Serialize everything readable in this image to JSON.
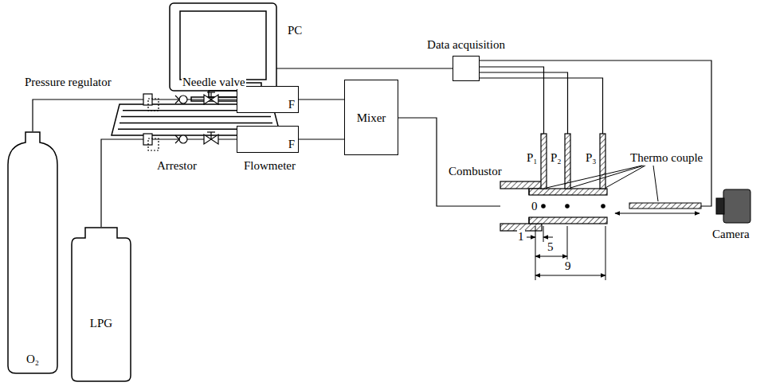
{
  "diagram": {
    "nodes": [
      {
        "text": [
          "O₂"
        ]
      },
      {
        "text": [
          "LPG"
        ]
      },
      {
        "text": [
          "F"
        ]
      },
      {
        "text": [
          "F"
        ]
      },
      {
        "text": [
          "Mixer"
        ]
      },
      {
        "text": [
          "Data acquisition"
        ]
      }
    ],
    "edges": [
      {
        "from": 0,
        "to": 2,
        "arrow": "none"
      },
      {
        "from": 1,
        "to": 3,
        "arrow": "none"
      },
      {
        "from": 2,
        "to": 4,
        "arrow": "none"
      },
      {
        "from": 3,
        "to": 4,
        "arrow": "none"
      }
    ],
    "labels": [
      "PC",
      "Pressure regulator",
      "Needle valve",
      "Arrestor",
      "Flowmeter",
      "Combustor",
      "P₁",
      "P₂",
      "P₃",
      "Thermo couple",
      "0",
      "1",
      "5",
      "9",
      "Camera"
    ]
  }
}
